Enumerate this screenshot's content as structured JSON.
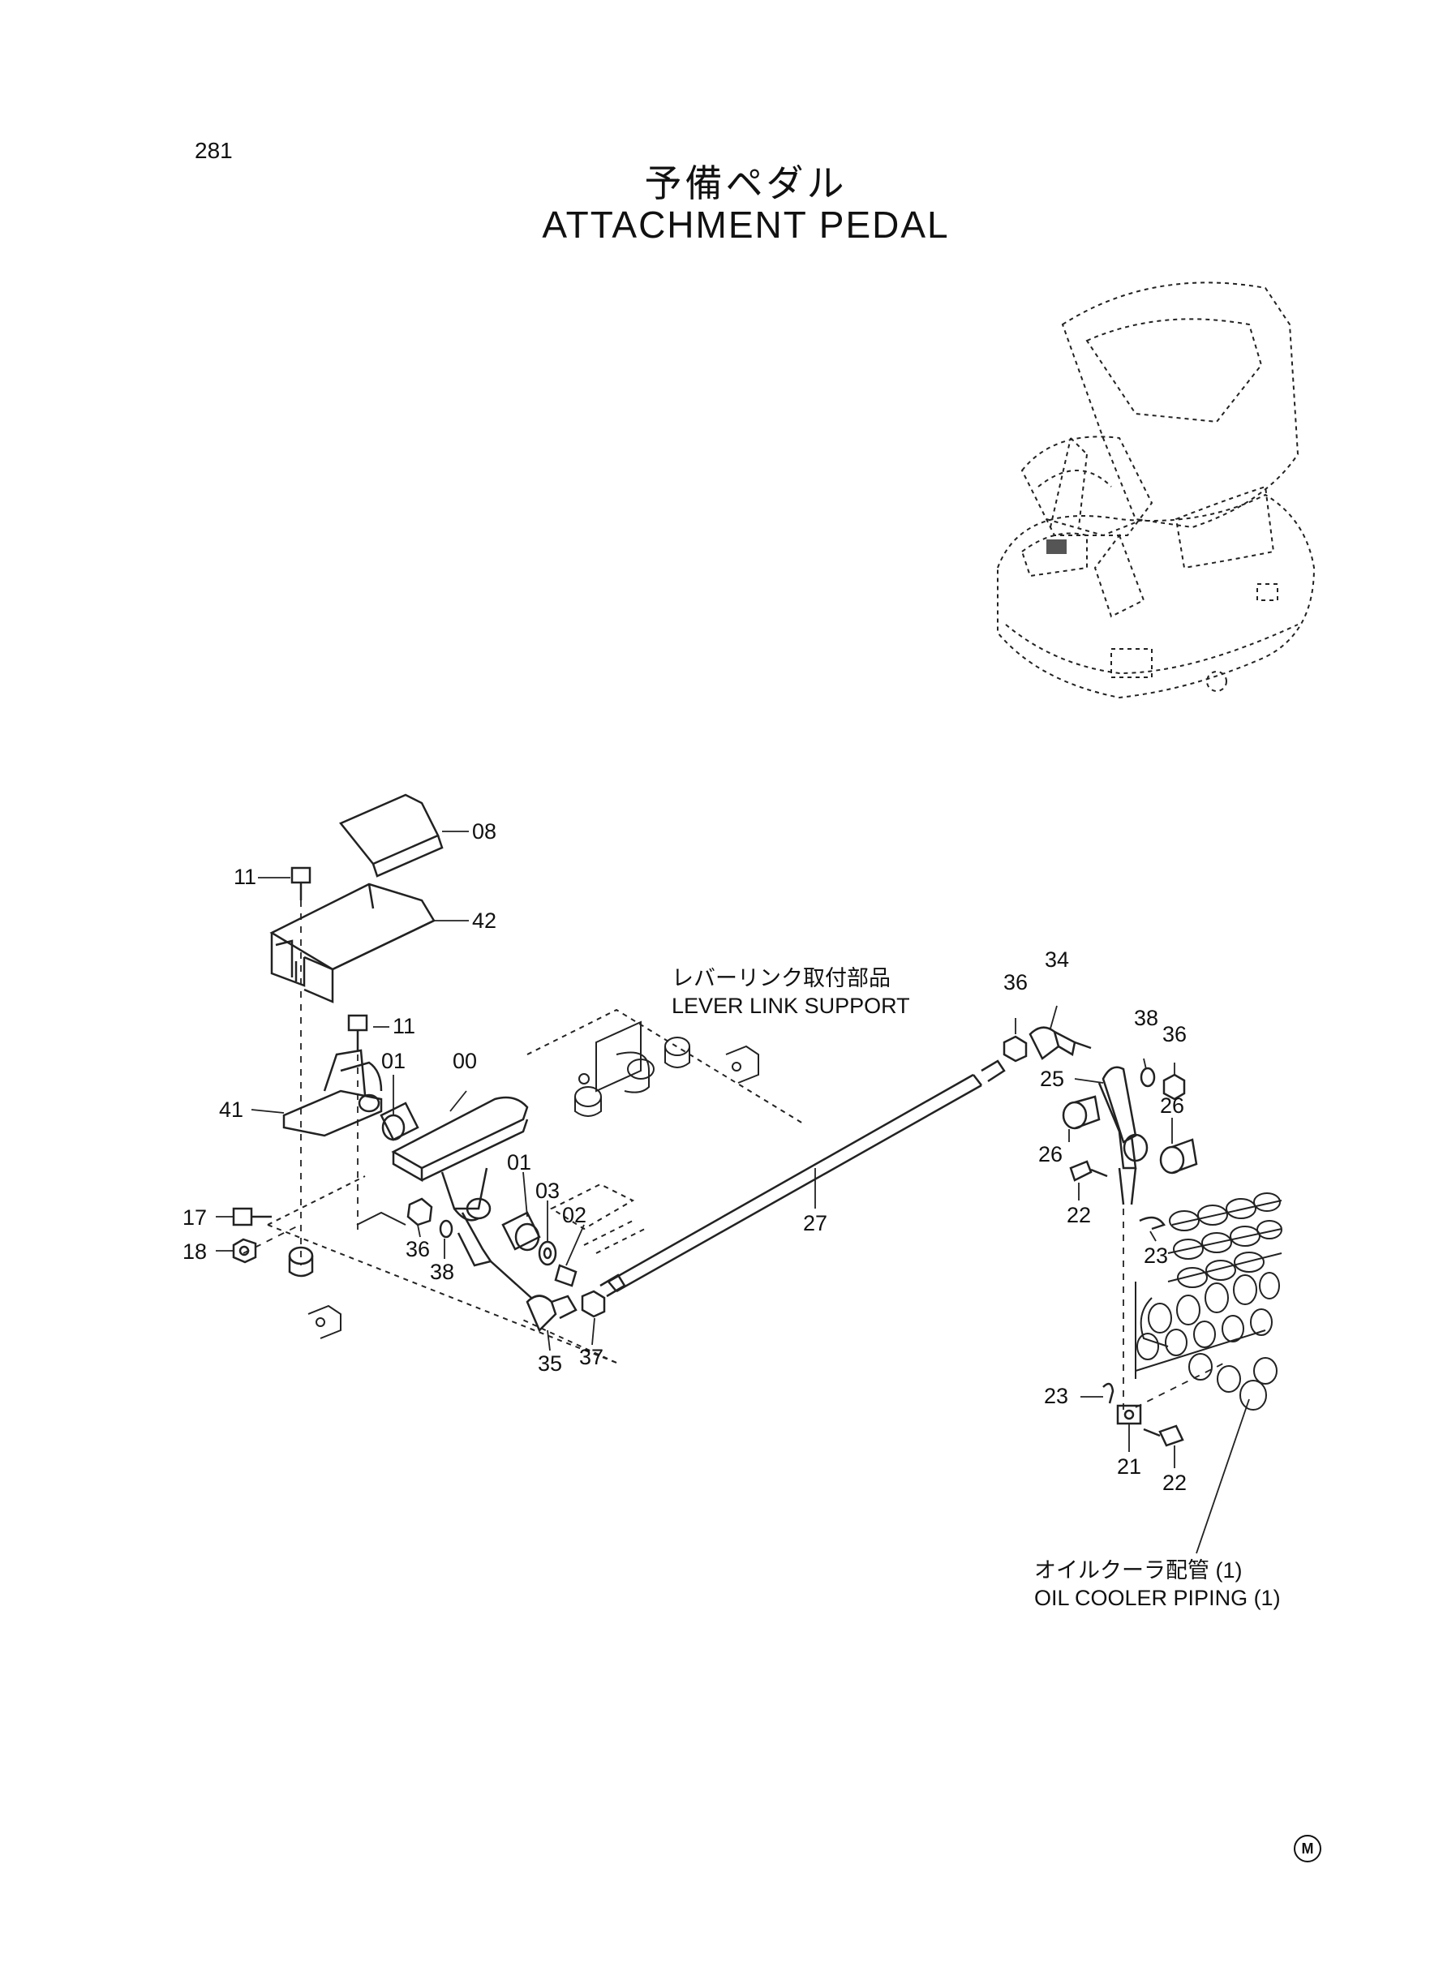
{
  "page": {
    "number": "281",
    "title_jp": "予備ペダル",
    "title_en": "ATTACHMENT PEDAL"
  },
  "captions": {
    "lever_link_jp": "レバーリンク取付部品",
    "lever_link_en": "LEVER LINK SUPPORT",
    "oil_cooler_jp": "オイルクーラ配管 (1)",
    "oil_cooler_en": "OIL COOLER PIPING (1)"
  },
  "parts": [
    {
      "id": "p08",
      "label": "08"
    },
    {
      "id": "p11a",
      "label": "11"
    },
    {
      "id": "p42",
      "label": "42"
    },
    {
      "id": "p11b",
      "label": "11"
    },
    {
      "id": "p01a",
      "label": "01"
    },
    {
      "id": "p00",
      "label": "00"
    },
    {
      "id": "p41",
      "label": "41"
    },
    {
      "id": "p01b",
      "label": "01"
    },
    {
      "id": "p03",
      "label": "03"
    },
    {
      "id": "p02",
      "label": "02"
    },
    {
      "id": "p17",
      "label": "17"
    },
    {
      "id": "p18",
      "label": "18"
    },
    {
      "id": "p36a",
      "label": "36"
    },
    {
      "id": "p38a",
      "label": "38"
    },
    {
      "id": "p35",
      "label": "35"
    },
    {
      "id": "p37",
      "label": "37"
    },
    {
      "id": "p27",
      "label": "27"
    },
    {
      "id": "p36b",
      "label": "36"
    },
    {
      "id": "p34",
      "label": "34"
    },
    {
      "id": "p38b",
      "label": "38"
    },
    {
      "id": "p36c",
      "label": "36"
    },
    {
      "id": "p25",
      "label": "25"
    },
    {
      "id": "p26a",
      "label": "26"
    },
    {
      "id": "p26b",
      "label": "26"
    },
    {
      "id": "p22a",
      "label": "22"
    },
    {
      "id": "p23a",
      "label": "23"
    },
    {
      "id": "p23b",
      "label": "23"
    },
    {
      "id": "p21",
      "label": "21"
    },
    {
      "id": "p22b",
      "label": "22"
    }
  ],
  "mark": "M"
}
